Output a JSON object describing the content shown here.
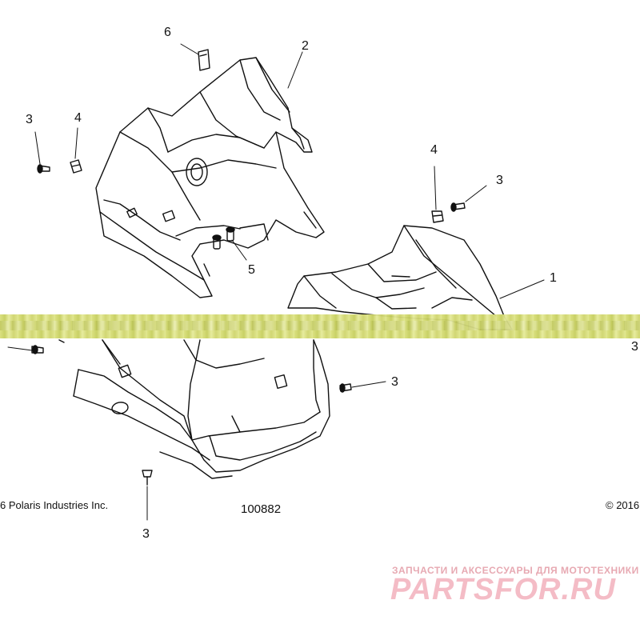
{
  "callouts": {
    "c6": "6",
    "c2": "2",
    "c3_topleft": "3",
    "c4_topleft": "4",
    "c4_right": "4",
    "c3_right": "3",
    "c1": "1",
    "c5": "5",
    "c3_edge": "3",
    "c3_mid": "3",
    "c3_bottom": "3"
  },
  "footer": {
    "copyright_left": "6 Polaris Industries Inc.",
    "drawing_number": "100882",
    "copyright_right": "© 2016"
  },
  "watermark": {
    "tagline": "ЗАПЧАСТИ И АКСЕССУАРЫ ДЛЯ МОТОТЕХНИКИ",
    "logo": "PARTSFOR.RU"
  }
}
